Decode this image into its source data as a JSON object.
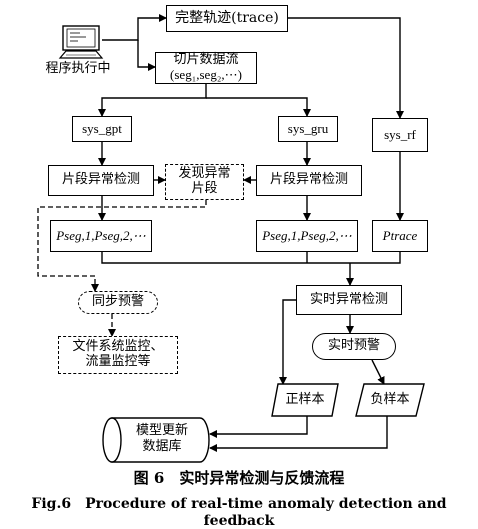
{
  "nodes": {
    "trace": "完整轨迹(trace)",
    "slice_line1": "切片数据流",
    "slice_line2": "(seg₁,seg₂,⋯)",
    "sys_gpt": "sys_gpt",
    "sys_gru": "sys_gru",
    "sys_rf": "sys_rf",
    "left_detect": "片段异常检测",
    "right_detect": "片段异常检测",
    "found_line1": "发现异常",
    "found_line2": "片段",
    "p_left": "Pseg,1,Pseg,2,⋯",
    "p_right": "Pseg,1,Pseg,2,⋯",
    "p_trace": "Ptrace",
    "realtime_detect": "实时异常检测",
    "sync_alert": "同步预警",
    "realtime_alert": "实时预警",
    "file_line1": "文件系统监控、",
    "file_line2": "流量监控等",
    "positive": "正样本",
    "negative": "负样本",
    "db_line1": "模型更新",
    "db_line2": "数据库",
    "program_label": "程序执行中"
  },
  "caption": {
    "zh": "图 6　实时异常检测与反馈流程",
    "en": "Fig.6　Procedure of real-time anomaly detection and feedback"
  }
}
